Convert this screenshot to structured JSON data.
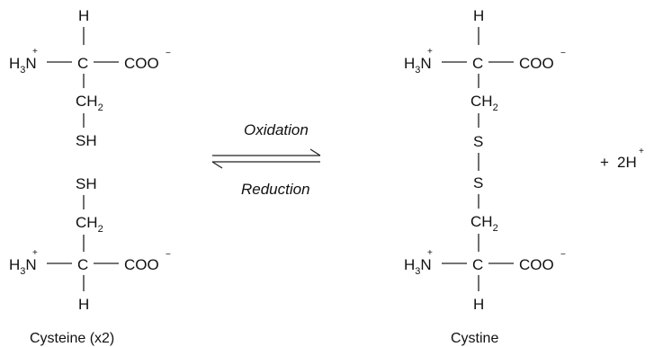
{
  "atoms": {
    "h": "H",
    "h3n_main": "H",
    "h3n_sub": "3",
    "n": "N",
    "plus": "+",
    "c": "C",
    "coo": "COO",
    "minus": "−",
    "ch2_main": "CH",
    "ch2_sub": "2",
    "sh": "SH",
    "s": "S"
  },
  "labels": {
    "cysteine": "Cysteine (x2)",
    "cystine": "Cystine"
  },
  "reaction": {
    "oxidation": "Oxidation",
    "reduction": "Reduction"
  },
  "byproduct": {
    "plus_sign": "+",
    "coef": "2H",
    "charge": "+"
  },
  "colors": {
    "ink": "#111111",
    "bond": "#222222",
    "background": "#ffffff"
  }
}
